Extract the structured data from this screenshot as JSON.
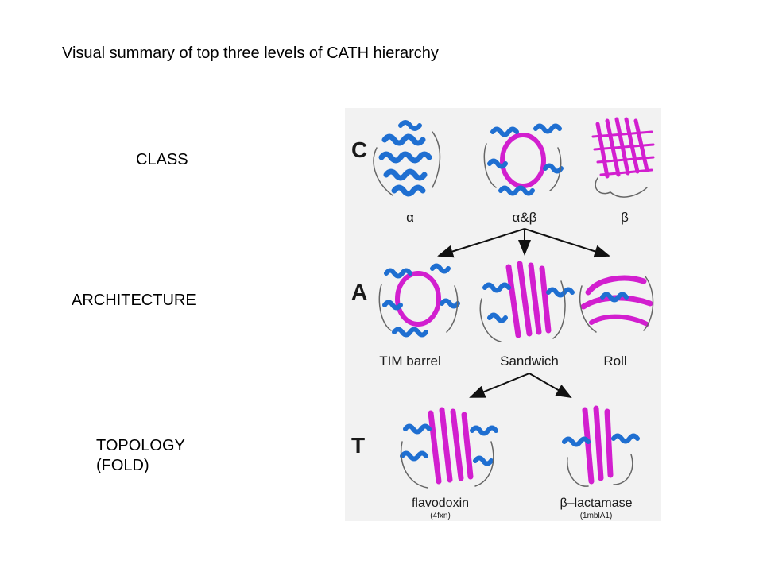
{
  "title": "Visual summary of top three levels of CATH hierarchy",
  "levels": {
    "class": "CLASS",
    "architecture": "ARCHITECTURE",
    "topology_line1": "TOPOLOGY",
    "topology_line2": "(FOLD)"
  },
  "figure": {
    "row_letters": {
      "class": "C",
      "architecture": "A",
      "topology": "T"
    },
    "class_labels": {
      "alpha": "α",
      "alpha_beta": "α&β",
      "beta": "β"
    },
    "architecture_labels": {
      "tim_barrel": "TIM barrel",
      "sandwich": "Sandwich",
      "roll": "Roll"
    },
    "topology_labels": {
      "flavodoxin": "flavodoxin",
      "flavodoxin_code": "(4fxn)",
      "lactamase": "β–lactamase",
      "lactamase_code": "(1mblA1)"
    },
    "colors": {
      "helix": "#1f6fd1",
      "strand": "#d21fcf",
      "coil": "#666666",
      "panel_bg": "#f2f2f2"
    }
  }
}
